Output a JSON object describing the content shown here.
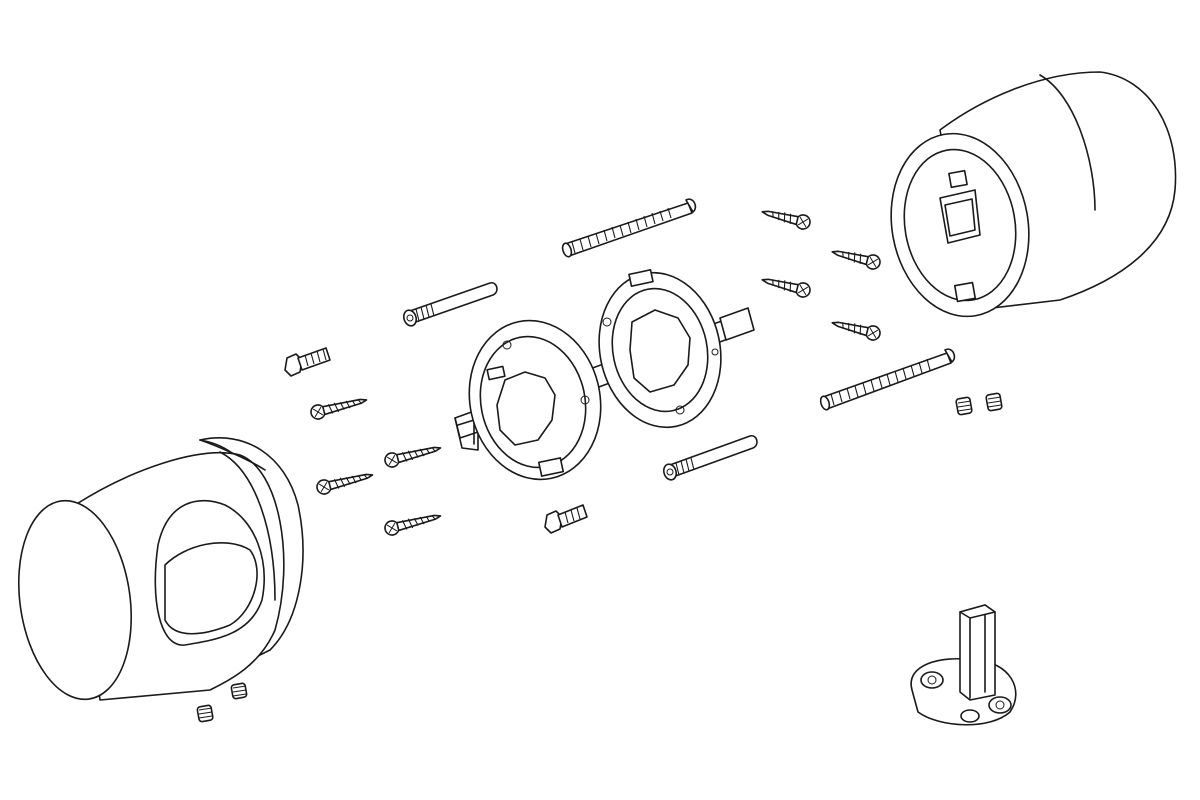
{
  "diagram": {
    "kind": "exploded-assembly-line-drawing",
    "colors": {
      "background": "#ffffff",
      "ink": "#1a1a1a"
    },
    "parts": [
      {
        "id": "knob-left",
        "name": "round-knob-with-thumb-recess"
      },
      {
        "id": "knob-right",
        "name": "round-knob-rear-view"
      },
      {
        "id": "rose-left",
        "name": "rosette-base-plate"
      },
      {
        "id": "rose-right",
        "name": "rosette-base-plate"
      },
      {
        "id": "spindle",
        "name": "square-spindle"
      },
      {
        "id": "through-bolts",
        "name": "threaded-through-bolt",
        "count": 2
      },
      {
        "id": "sleeves",
        "name": "threaded-sleeve",
        "count": 2
      },
      {
        "id": "wood-screws",
        "name": "wood-screw",
        "count": 8
      },
      {
        "id": "hex-screws",
        "name": "hex-socket-screw",
        "count": 2
      },
      {
        "id": "grub-screws",
        "name": "grub-screw",
        "count": 4
      },
      {
        "id": "spindle-adapter",
        "name": "spindle-with-mounting-plate"
      }
    ]
  }
}
